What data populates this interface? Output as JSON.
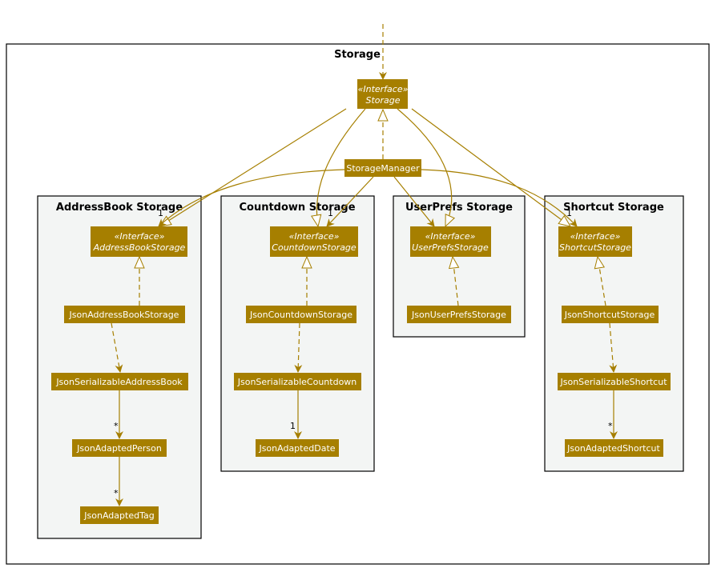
{
  "diagram": {
    "frame_title": "Storage",
    "stereotype": "«Interface»",
    "packages": {
      "addressbook": "AddressBook Storage",
      "countdown": "Countdown Storage",
      "userprefs": "UserPrefs Storage",
      "shortcut": "Shortcut Storage"
    },
    "classes": {
      "storage": "Storage",
      "storage_manager": "StorageManager",
      "addressbook_storage": "AddressBookStorage",
      "json_addressbook_storage": "JsonAddressBookStorage",
      "json_serializable_addressbook": "JsonSerializableAddressBook",
      "json_adapted_person": "JsonAdaptedPerson",
      "json_adapted_tag": "JsonAdaptedTag",
      "countdown_storage": "CountdownStorage",
      "json_countdown_storage": "JsonCountdownStorage",
      "json_serializable_countdown": "JsonSerializableCountdown",
      "json_adapted_date": "JsonAdaptedDate",
      "userprefs_storage": "UserPrefsStorage",
      "json_userprefs_storage": "JsonUserPrefsStorage",
      "shortcut_storage": "ShortcutStorage",
      "json_shortcut_storage": "JsonShortcutStorage",
      "json_serializable_shortcut": "JsonSerializableShortcut",
      "json_adapted_shortcut": "JsonAdaptedShortcut"
    },
    "multiplicities": {
      "manager_to_addressbook": "1",
      "manager_to_countdown": "1",
      "manager_to_shortcut": "1",
      "addressbook_to_person": "*",
      "person_to_tag": "*",
      "countdown_to_date": "1",
      "shortcut_to_adapted": "*"
    },
    "colors": {
      "class_fill": "#A67F00",
      "line": "#A67F00",
      "package_fill": "#F3F5F4",
      "border": "#000000"
    }
  }
}
